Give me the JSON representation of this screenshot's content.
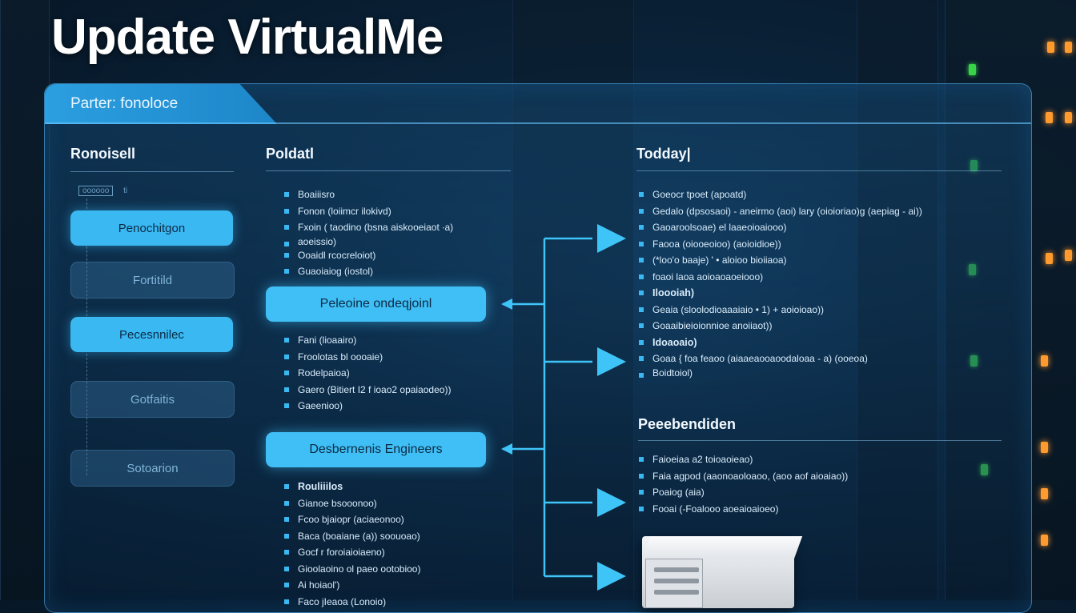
{
  "headline": "Update VirtualMe",
  "panel": {
    "tab_label": "Parter: fonoloce"
  },
  "columns": {
    "left": {
      "title": "Ronoisell",
      "tag_box": "oooooo",
      "tag_text": "ti",
      "buttons": [
        {
          "label": "Penochitgon",
          "active": true
        },
        {
          "label": "Fortitild",
          "active": false
        },
        {
          "label": "Pecesnnilec",
          "active": true
        },
        {
          "label": "Gotfaitis",
          "active": false
        },
        {
          "label": "Sotoarion",
          "active": false
        }
      ]
    },
    "middle": {
      "title": "Poldatl",
      "list_top": [
        {
          "text": "Boaiiisro",
          "bold": false
        },
        {
          "text": "Fonon (loiimcr ilokivd)",
          "bold": false
        },
        {
          "text": "Fxoin ( taodino (bsna aiskooeiaot ∙a)",
          "bold": false
        },
        {
          "text": "aoeissio)",
          "bold": false
        },
        {
          "text": "Ooaidl rcocreloiot)",
          "bold": false
        },
        {
          "text": "Guaoiaiog (iostol)",
          "bold": false
        }
      ],
      "action_1": "Peleoine ondeqjoinl",
      "list_mid": [
        {
          "text": "Fani (lioaairo)",
          "bold": false
        },
        {
          "text": "Froolotas bl oooaie)",
          "bold": false
        },
        {
          "text": "Rodelpaioa)",
          "bold": false
        },
        {
          "text": "Gaero (Bitiert I2 f ioao2 opaiaodeo))",
          "bold": false
        },
        {
          "text": "Gaeenioo)",
          "bold": false
        }
      ],
      "action_2": "Desbernenis Engineers",
      "list_bottom": [
        {
          "text": "Rouliiilos",
          "bold": true
        },
        {
          "text": "Gianoe bsooonoo)",
          "bold": false
        },
        {
          "text": "Fcoo bjaiopr (aciaeonoo)",
          "bold": false
        },
        {
          "text": "Baca (boaiane (a)) soouoao)",
          "bold": false
        },
        {
          "text": "Gocf r foroiaioiaeno)",
          "bold": false
        },
        {
          "text": "Gioolaoino  ol  paeo  ootobioo)",
          "bold": false
        },
        {
          "text": "Ai hoiaol')",
          "bold": false
        },
        {
          "text": "Faco  jIeaoa  (Lonoio)",
          "bold": false
        }
      ]
    },
    "right": {
      "title": "Todday|",
      "list_today": [
        {
          "text": "Goeocr tpoet (apoatd)",
          "bold": false
        },
        {
          "text": "Gedalo (dpsosaoi) - aneirmo (aoi) lary (oioioriao)g (aepiag - ai))",
          "bold": false
        },
        {
          "text": "Gaoaroolsoae)  el  laaeoioaiooo)",
          "bold": false
        },
        {
          "text": "Faooa (oiooeoioo)  (aoioidioe))",
          "bold": false
        },
        {
          "text": "(*loo'o baaje) ' • aloioo  bioiiaoa)",
          "bold": false
        },
        {
          "text": "foaoi laoa  aoioaoaoeiooo)",
          "bold": false
        },
        {
          "text": "Iloooiah)",
          "bold": true
        },
        {
          "text": "Geaia (sloolodioaaaiaio • 1) + aoioioao))",
          "bold": false
        },
        {
          "text": "Goaaibieioionnioe  anoiiaot))",
          "bold": false
        },
        {
          "text": "Idoaoaio)",
          "bold": true
        },
        {
          "text": "Goaa  { foa feaoo (aiaaeaooaoodaloaa - a) (ooeoa)",
          "bold": false
        },
        {
          "text": "Boidtoiol)",
          "bold": false
        }
      ],
      "section_title": "Peeebendiden",
      "list_rec": [
        {
          "text": "Faioeiaa  a2 toioaoieao)",
          "bold": false
        },
        {
          "text": "Faia  agpod (aaonoaoloaoo, (aoo aof aioaiao))",
          "bold": false
        },
        {
          "text": "Poaiog (aia)",
          "bold": false
        },
        {
          "text": "Fooai (-Foalooo  aoeaioaioeo)",
          "bold": false
        }
      ]
    }
  },
  "colors": {
    "accent": "#3ab8f2",
    "accent_dim": "#7fb4d8",
    "arrow": "#3fc4f8"
  }
}
